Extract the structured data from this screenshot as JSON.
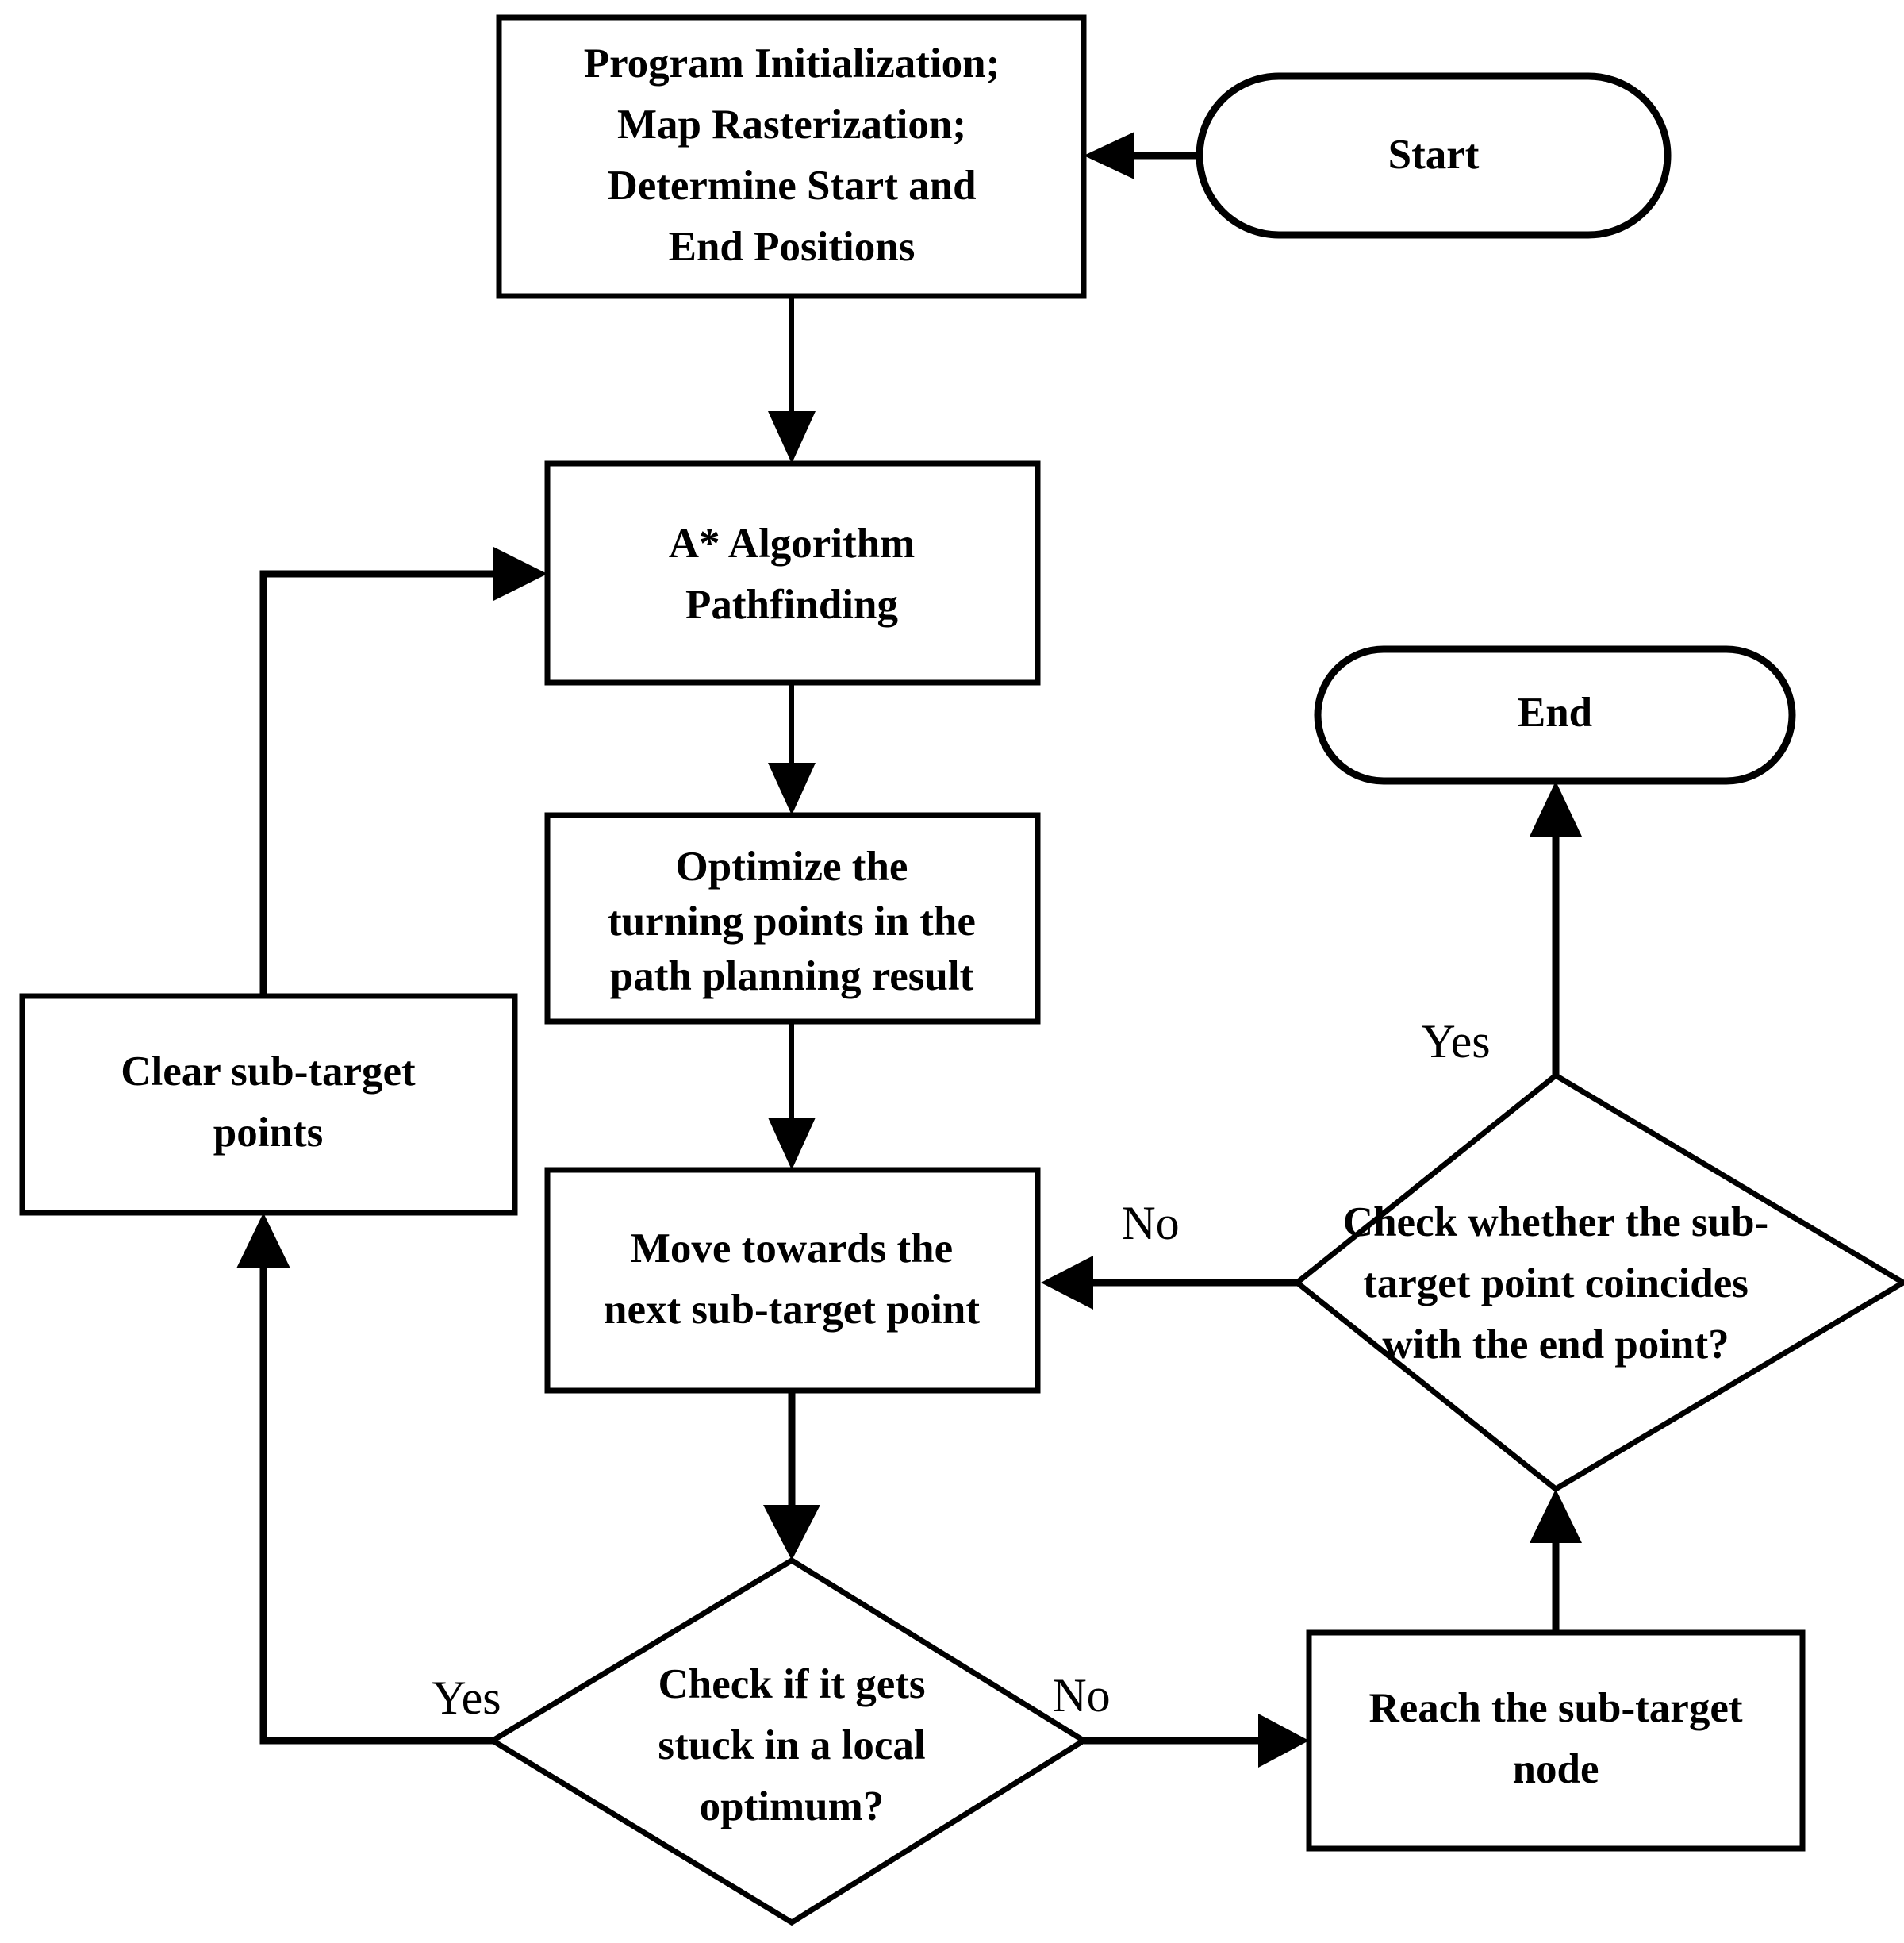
{
  "diagram": {
    "title": "Path planning algorithm flowchart",
    "type": "flowchart",
    "background_color": "#ffffff",
    "line_color": "#000000",
    "nodes": {
      "start": {
        "label": "Start",
        "shape": "terminator"
      },
      "init": {
        "shape": "process",
        "line1": "Program Initialization;",
        "line2": "Map Rasterization;",
        "line3": "Determine Start and",
        "line4": "End Positions"
      },
      "astar": {
        "shape": "process",
        "line1": "A* Algorithm",
        "line2": "Pathfinding"
      },
      "optimize": {
        "shape": "process",
        "line1": "Optimize the",
        "line2": "turning points in the",
        "line3": "path planning result"
      },
      "clear": {
        "shape": "process",
        "line1": "Clear sub-target",
        "line2": "points"
      },
      "move": {
        "shape": "process",
        "line1": "Move towards the",
        "line2": "next sub-target point"
      },
      "local_optimum": {
        "shape": "decision",
        "line1": "Check if it gets",
        "line2": "stuck in a local",
        "line3": "optimum?"
      },
      "reach": {
        "shape": "process",
        "line1": "Reach the sub-target",
        "line2": "node"
      },
      "coincide": {
        "shape": "decision",
        "line1": "Check whether the sub-",
        "line2": "target point coincides",
        "line3": "with the end point?"
      },
      "end": {
        "label": "End",
        "shape": "terminator"
      }
    },
    "edge_labels": {
      "local_optimum_yes": "Yes",
      "local_optimum_no": "No",
      "coincide_yes": "Yes",
      "coincide_no": "No"
    }
  }
}
